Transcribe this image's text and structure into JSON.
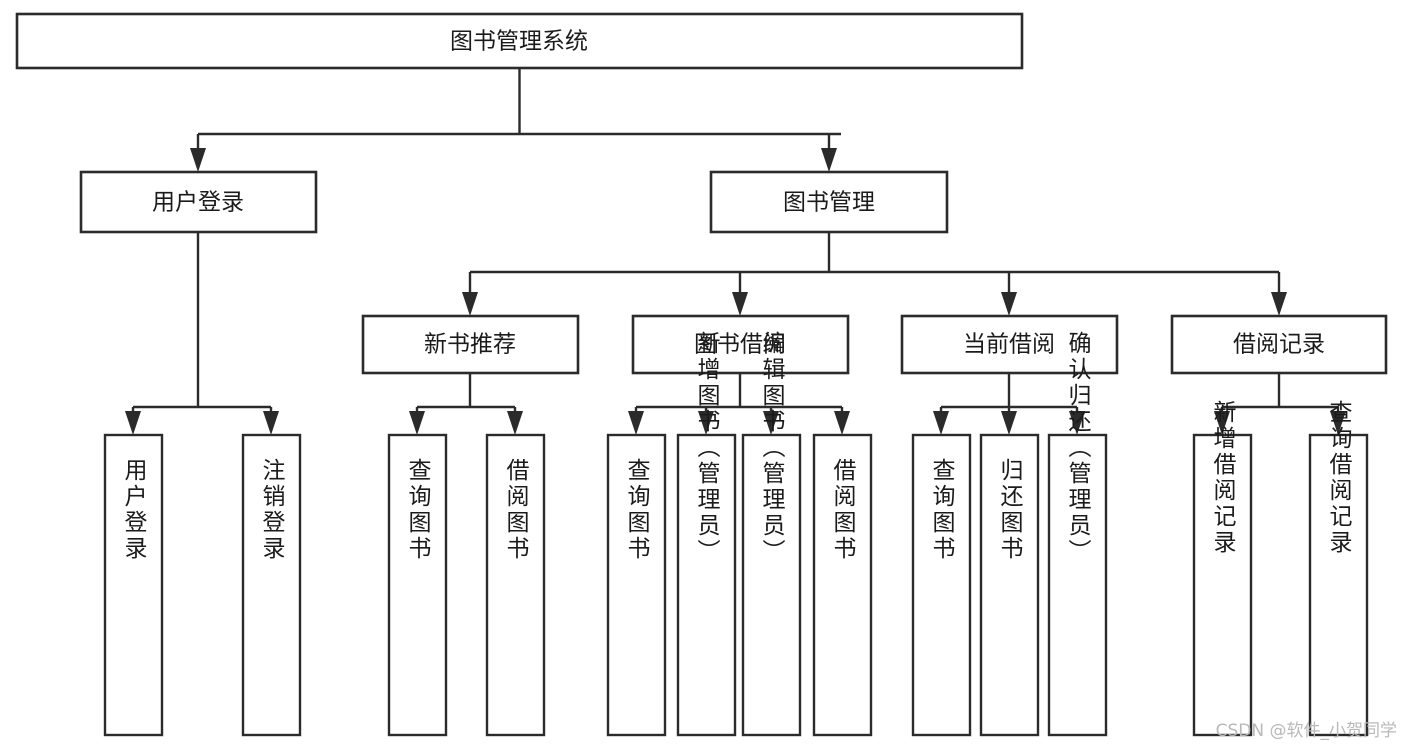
{
  "diagram": {
    "type": "tree-hierarchy",
    "title": "图书管理系统",
    "orientation": "top-down",
    "colors": {
      "box_fill": "#ffffff",
      "box_stroke": "#2b2b2b",
      "text": "#1b1b1b",
      "background": "#ffffff",
      "watermark": "#b9b9b9"
    },
    "root": {
      "id": "root",
      "label": "图书管理系统",
      "text_orientation": "horizontal"
    },
    "level2": [
      {
        "id": "user-login",
        "label": "用户登录",
        "text_orientation": "horizontal"
      },
      {
        "id": "book-manage",
        "label": "图书管理",
        "text_orientation": "horizontal"
      }
    ],
    "level3": [
      {
        "id": "new-book-recommend",
        "label": "新书推荐",
        "text_orientation": "horizontal",
        "parent": "book-manage"
      },
      {
        "id": "book-borrow",
        "label": "图书借阅",
        "text_orientation": "horizontal",
        "parent": "book-manage"
      },
      {
        "id": "current-borrow",
        "label": "当前借阅",
        "text_orientation": "horizontal",
        "parent": "book-manage"
      },
      {
        "id": "borrow-record",
        "label": "借阅记录",
        "text_orientation": "horizontal",
        "parent": "book-manage"
      }
    ],
    "leaves": [
      {
        "id": "leaf-user-login",
        "label": "用户登录",
        "text_orientation": "vertical",
        "parent": "user-login"
      },
      {
        "id": "leaf-logout-login",
        "label": "注销登录",
        "text_orientation": "vertical",
        "parent": "user-login"
      },
      {
        "id": "leaf-query-book-1",
        "label": "查询图书",
        "text_orientation": "vertical",
        "parent": "new-book-recommend"
      },
      {
        "id": "leaf-borrow-book-1",
        "label": "借阅图书",
        "text_orientation": "vertical",
        "parent": "new-book-recommend"
      },
      {
        "id": "leaf-query-book-2",
        "label": "查询图书",
        "text_orientation": "vertical",
        "parent": "book-borrow"
      },
      {
        "id": "leaf-add-book",
        "label": "新增图书（管理员）",
        "text_orientation": "vertical",
        "parent": "book-borrow"
      },
      {
        "id": "leaf-edit-book",
        "label": "编辑图书（管理员）",
        "text_orientation": "vertical",
        "parent": "book-borrow"
      },
      {
        "id": "leaf-borrow-book-2",
        "label": "借阅图书",
        "text_orientation": "vertical",
        "parent": "book-borrow"
      },
      {
        "id": "leaf-query-book-3",
        "label": "查询图书",
        "text_orientation": "vertical",
        "parent": "current-borrow"
      },
      {
        "id": "leaf-return-book",
        "label": "归还图书",
        "text_orientation": "vertical",
        "parent": "current-borrow"
      },
      {
        "id": "leaf-confirm-return",
        "label": "确认归还（管理员）",
        "text_orientation": "vertical",
        "parent": "current-borrow"
      },
      {
        "id": "leaf-add-record",
        "label": "新增借阅记录",
        "text_orientation": "vertical",
        "parent": "borrow-record"
      },
      {
        "id": "leaf-query-record",
        "label": "查询借阅记录",
        "text_orientation": "vertical",
        "parent": "borrow-record"
      }
    ]
  },
  "watermark": {
    "text": "CSDN @软件_小贺同学"
  }
}
